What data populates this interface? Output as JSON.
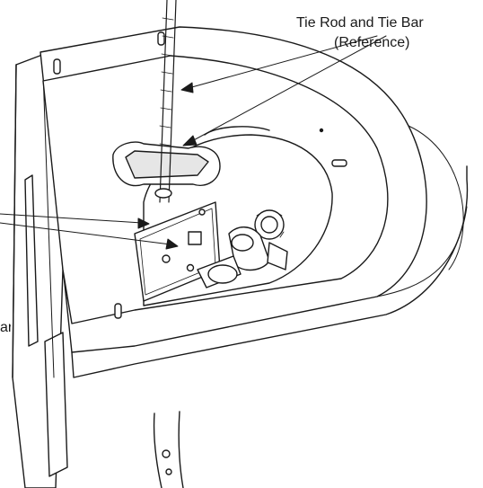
{
  "callouts": {
    "tie_rod_line1": "Tie Rod and Tie Bar",
    "tie_rod_line2": "(Reference)",
    "cut_off_text": "ar"
  },
  "colors": {
    "ink": "#1a1a1a",
    "fill": "#ffffff",
    "shade": "#e6e6e6"
  }
}
